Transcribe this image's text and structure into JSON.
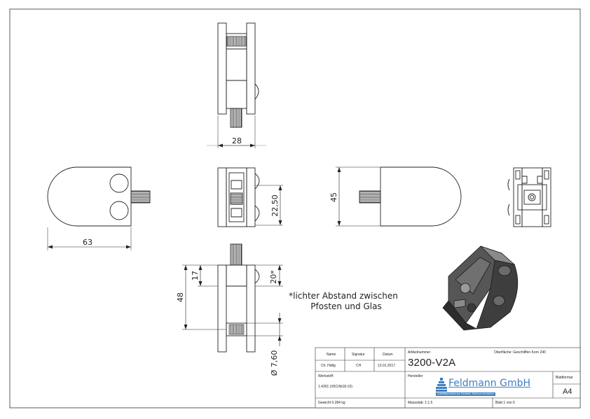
{
  "dimensions": {
    "d28": "28",
    "d63": "63",
    "d45": "45",
    "d2250": "22,50",
    "d17": "17",
    "d48": "48",
    "d20": "20*",
    "d760": "Ø 7,60"
  },
  "note": {
    "line1": "*lichter Abstand zwischen",
    "line2": "Pfosten und Glas"
  },
  "title_block": {
    "name_header": "Name",
    "signatur_header": "Signatur",
    "datum_header": "Datum",
    "name_value": "Ch. Häfig",
    "signatur_value": "CH",
    "datum_value": "13.01.2017",
    "artikelnummer_label": "Artikelnummer",
    "artikelnummer_value": "3200-V2A",
    "oberflaeche": "Oberfläche: Geschliffen Korn 240",
    "werkstoff_label": "Werkstoff:",
    "werkstoff_value": "1.4301 (X5CrNi18-10)",
    "hersteller_label": "Hersteller",
    "logo_text": "Feldmann GmbH",
    "logo_slogan": "Qualitätsprodukte aus Edelstahl, Stahl und Aluminium",
    "blattformat_label": "Blattformat",
    "blattformat_value": "A4",
    "gewicht": "Gewicht 0.284 kg",
    "massstab": "Massstab: 1:1.5",
    "blatt": "Blatt 1 von 5"
  }
}
